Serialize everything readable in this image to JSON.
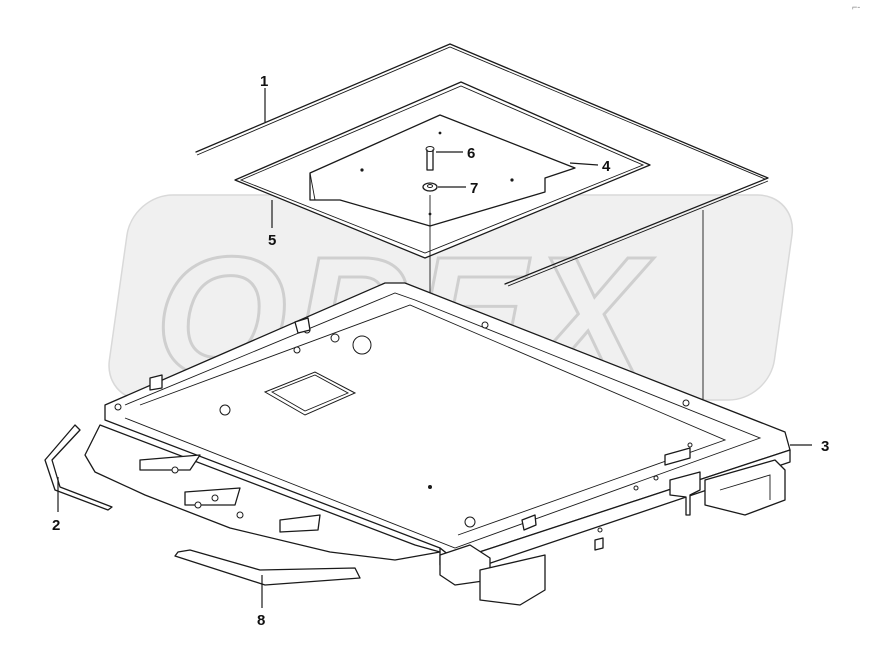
{
  "diagram": {
    "corner_mark": "⌐-",
    "watermark_text": "OPEX",
    "callouts": [
      {
        "id": "1",
        "label": "1"
      },
      {
        "id": "2",
        "label": "2"
      },
      {
        "id": "3",
        "label": "3"
      },
      {
        "id": "4",
        "label": "4"
      },
      {
        "id": "5",
        "label": "5"
      },
      {
        "id": "6",
        "label": "6"
      },
      {
        "id": "7",
        "label": "7"
      },
      {
        "id": "8",
        "label": "8"
      }
    ],
    "colors": {
      "line": "#1a1a1a",
      "watermark": "#cfcfcf",
      "background": "#ffffff"
    }
  }
}
